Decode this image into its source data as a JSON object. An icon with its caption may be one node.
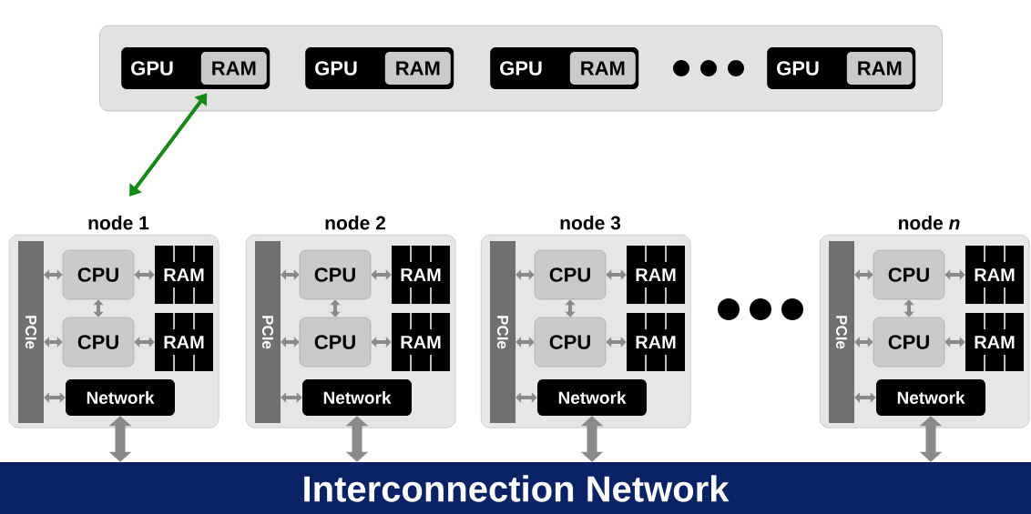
{
  "diagram": {
    "nodes": [
      {
        "text": [],
        "shape": "box"
      },
      {
        "text": [
          "GPU"
        ],
        "in": 0
      },
      {
        "text": [
          "RAM"
        ],
        "in": 1
      },
      {
        "text": [
          "GPU"
        ],
        "in": 0
      },
      {
        "text": [
          "RAM"
        ],
        "in": 3
      },
      {
        "text": [
          "GPU"
        ],
        "in": 0
      },
      {
        "text": [
          "RAM"
        ],
        "in": 5
      },
      {
        "text": [
          "GPU"
        ],
        "in": 0
      },
      {
        "text": [
          "RAM"
        ],
        "in": 7
      },
      {
        "text": [
          "node 1"
        ]
      },
      {
        "text": [
          "PCIe"
        ],
        "in": 9
      },
      {
        "text": [
          "CPU"
        ],
        "in": 9
      },
      {
        "text": [
          "RAM"
        ],
        "in": 9
      },
      {
        "text": [
          "CPU"
        ],
        "in": 9
      },
      {
        "text": [
          "RAM"
        ],
        "in": 9
      },
      {
        "text": [
          "Network"
        ],
        "in": 9
      },
      {
        "text": [
          "node 2"
        ]
      },
      {
        "text": [
          "PCIe"
        ],
        "in": 16
      },
      {
        "text": [
          "CPU"
        ],
        "in": 16
      },
      {
        "text": [
          "RAM"
        ],
        "in": 16
      },
      {
        "text": [
          "CPU"
        ],
        "in": 16
      },
      {
        "text": [
          "RAM"
        ],
        "in": 16
      },
      {
        "text": [
          "Network"
        ],
        "in": 16
      },
      {
        "text": [
          "node 3"
        ]
      },
      {
        "text": [
          "PCIe"
        ],
        "in": 23
      },
      {
        "text": [
          "CPU"
        ],
        "in": 23
      },
      {
        "text": [
          "RAM"
        ],
        "in": 23
      },
      {
        "text": [
          "CPU"
        ],
        "in": 23
      },
      {
        "text": [
          "RAM"
        ],
        "in": 23
      },
      {
        "text": [
          "Network"
        ],
        "in": 23
      },
      {
        "text": [
          "node *n*"
        ]
      },
      {
        "text": [
          "PCIe"
        ],
        "in": 30
      },
      {
        "text": [
          "CPU"
        ],
        "in": 30
      },
      {
        "text": [
          "RAM"
        ],
        "in": 30
      },
      {
        "text": [
          "CPU"
        ],
        "in": 30
      },
      {
        "text": [
          "RAM"
        ],
        "in": 30
      },
      {
        "text": [
          "Network"
        ],
        "in": 30
      },
      {
        "text": [
          "Interconnection Network"
        ]
      }
    ],
    "edges": [
      {
        "from": 0,
        "to": 9,
        "arrow": "both",
        "color": "#138a13"
      },
      {
        "from": 10,
        "to": 11,
        "arrow": "both"
      },
      {
        "from": 11,
        "to": 12,
        "arrow": "both"
      },
      {
        "from": 11,
        "to": 13,
        "arrow": "both"
      },
      {
        "from": 10,
        "to": 13,
        "arrow": "both"
      },
      {
        "from": 13,
        "to": 14,
        "arrow": "both"
      },
      {
        "from": 10,
        "to": 15,
        "arrow": "both"
      },
      {
        "from": 15,
        "to": 37,
        "arrow": "both",
        "style": "thick"
      },
      {
        "from": 17,
        "to": 18,
        "arrow": "both"
      },
      {
        "from": 18,
        "to": 19,
        "arrow": "both"
      },
      {
        "from": 18,
        "to": 20,
        "arrow": "both"
      },
      {
        "from": 17,
        "to": 20,
        "arrow": "both"
      },
      {
        "from": 20,
        "to": 21,
        "arrow": "both"
      },
      {
        "from": 17,
        "to": 22,
        "arrow": "both"
      },
      {
        "from": 22,
        "to": 37,
        "arrow": "both",
        "style": "thick"
      },
      {
        "from": 24,
        "to": 25,
        "arrow": "both"
      },
      {
        "from": 25,
        "to": 26,
        "arrow": "both"
      },
      {
        "from": 25,
        "to": 27,
        "arrow": "both"
      },
      {
        "from": 24,
        "to": 27,
        "arrow": "both"
      },
      {
        "from": 27,
        "to": 28,
        "arrow": "both"
      },
      {
        "from": 24,
        "to": 29,
        "arrow": "both"
      },
      {
        "from": 29,
        "to": 37,
        "arrow": "both",
        "style": "thick"
      },
      {
        "from": 31,
        "to": 32,
        "arrow": "both"
      },
      {
        "from": 32,
        "to": 33,
        "arrow": "both"
      },
      {
        "from": 32,
        "to": 34,
        "arrow": "both"
      },
      {
        "from": 31,
        "to": 34,
        "arrow": "both"
      },
      {
        "from": 34,
        "to": 35,
        "arrow": "both"
      },
      {
        "from": 31,
        "to": 36,
        "arrow": "both"
      },
      {
        "from": 36,
        "to": 37,
        "arrow": "both",
        "style": "thick"
      }
    ]
  }
}
